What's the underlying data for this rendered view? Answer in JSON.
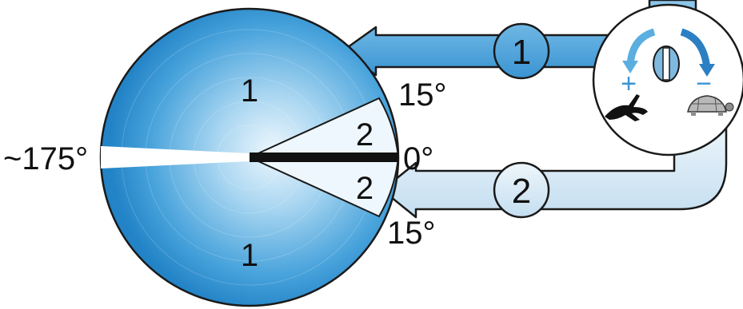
{
  "labels": {
    "zone_top": "1",
    "zone_bottom": "1",
    "wedge_top": "2",
    "wedge_bottom": "2",
    "angle_top": "15°",
    "angle_bottom": "15°",
    "angle_zero": "0°",
    "angle_left": "~175°",
    "arrow1": "1",
    "arrow2": "2",
    "knob_plus": "+",
    "knob_minus": "−"
  },
  "colors": {
    "zone_dark": "#2a8fcf",
    "zone_light": "#eaf5fc",
    "arrow1": "#4fa6dc",
    "arrow2": "#d6eaf6",
    "outline": "#1a1a1a"
  },
  "icons": [
    "hare-icon",
    "turtle-icon",
    "rotation-arrow-icon",
    "knob-slot-icon"
  ]
}
